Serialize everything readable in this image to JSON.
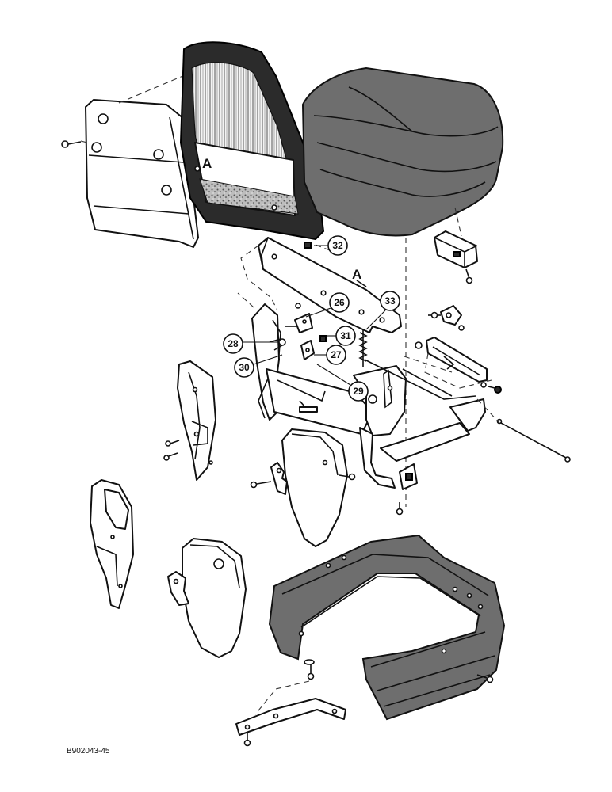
{
  "callouts": [
    {
      "id": "26",
      "label": "26"
    },
    {
      "id": "27",
      "label": "27"
    },
    {
      "id": "28",
      "label": "28"
    },
    {
      "id": "29",
      "label": "29"
    },
    {
      "id": "30",
      "label": "30"
    },
    {
      "id": "31",
      "label": "31"
    },
    {
      "id": "32",
      "label": "32"
    },
    {
      "id": "33",
      "label": "33"
    }
  ],
  "reference_letters": {
    "seat_back": "A",
    "mounting_bracket": "A"
  },
  "figure_code": "B902043-45"
}
